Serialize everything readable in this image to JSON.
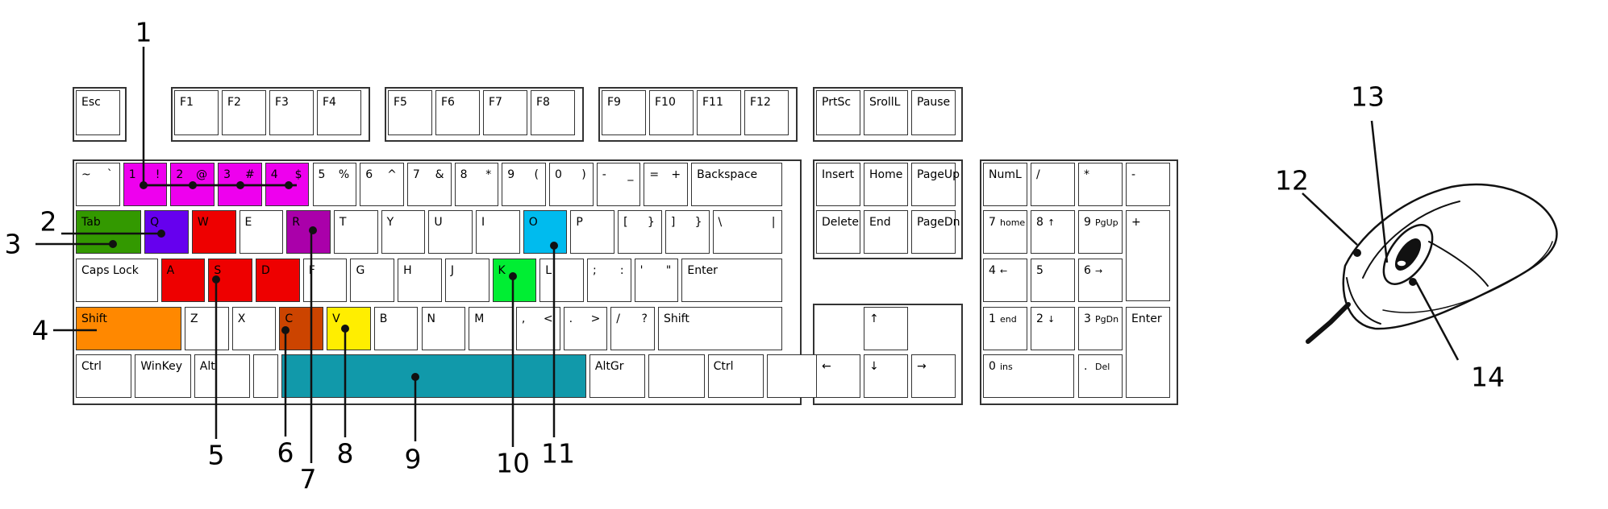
{
  "keyboard": {
    "function_row": [
      {
        "id": "esc",
        "label": "Esc"
      },
      {
        "id": "f1",
        "label": "F1"
      },
      {
        "id": "f2",
        "label": "F2"
      },
      {
        "id": "f3",
        "label": "F3"
      },
      {
        "id": "f4",
        "label": "F4"
      },
      {
        "id": "f5",
        "label": "F5"
      },
      {
        "id": "f6",
        "label": "F6"
      },
      {
        "id": "f7",
        "label": "F7"
      },
      {
        "id": "f8",
        "label": "F8"
      },
      {
        "id": "f9",
        "label": "F9"
      },
      {
        "id": "f10",
        "label": "F10"
      },
      {
        "id": "f11",
        "label": "F11"
      },
      {
        "id": "f12",
        "label": "F12"
      },
      {
        "id": "prtsc",
        "label": "PrtSc"
      },
      {
        "id": "sroll",
        "label": "SrollL"
      },
      {
        "id": "pause",
        "label": "Pause"
      }
    ],
    "main": [
      {
        "id": "tilde",
        "label": "~",
        "shift": "`"
      },
      {
        "id": "k1",
        "label": "1",
        "shift": "!",
        "color": "#ee00ee"
      },
      {
        "id": "k2",
        "label": "2",
        "shift": "@",
        "color": "#ee00ee"
      },
      {
        "id": "k3",
        "label": "3",
        "shift": "#",
        "color": "#ee00ee"
      },
      {
        "id": "k4",
        "label": "4",
        "shift": "$",
        "color": "#ee00ee"
      },
      {
        "id": "k5",
        "label": "5",
        "shift": "%"
      },
      {
        "id": "k6",
        "label": "6",
        "shift": "^"
      },
      {
        "id": "k7",
        "label": "7",
        "shift": "&"
      },
      {
        "id": "k8",
        "label": "8",
        "shift": "*"
      },
      {
        "id": "k9",
        "label": "9",
        "shift": "("
      },
      {
        "id": "k0",
        "label": "0",
        "shift": ")"
      },
      {
        "id": "minus",
        "label": "-",
        "shift": "_"
      },
      {
        "id": "equal",
        "label": "=",
        "shift": "+"
      },
      {
        "id": "backspace",
        "label": "Backspace"
      },
      {
        "id": "tab",
        "label": "Tab",
        "color": "#339900"
      },
      {
        "id": "q",
        "label": "Q",
        "color": "#6600ee"
      },
      {
        "id": "w",
        "label": "W",
        "color": "#ee0000"
      },
      {
        "id": "e",
        "label": "E"
      },
      {
        "id": "r",
        "label": "R",
        "color": "#aa00aa"
      },
      {
        "id": "t",
        "label": "T"
      },
      {
        "id": "y",
        "label": "Y"
      },
      {
        "id": "u",
        "label": "U"
      },
      {
        "id": "i",
        "label": "I"
      },
      {
        "id": "o",
        "label": "O",
        "color": "#00bbee"
      },
      {
        "id": "p",
        "label": "P"
      },
      {
        "id": "lbr",
        "label": "[",
        "shift": "}"
      },
      {
        "id": "rbr",
        "label": "]",
        "shift": "}"
      },
      {
        "id": "bslash",
        "label": "\\",
        "shift": "|"
      },
      {
        "id": "caps",
        "label": "Caps Lock"
      },
      {
        "id": "a",
        "label": "A",
        "color": "#ee0000"
      },
      {
        "id": "s",
        "label": "S",
        "color": "#ee0000"
      },
      {
        "id": "d",
        "label": "D",
        "color": "#ee0000"
      },
      {
        "id": "f",
        "label": "F"
      },
      {
        "id": "g",
        "label": "G"
      },
      {
        "id": "h",
        "label": "H"
      },
      {
        "id": "j",
        "label": "J"
      },
      {
        "id": "k",
        "label": "K",
        "color": "#00ee33"
      },
      {
        "id": "l",
        "label": "L"
      },
      {
        "id": "semi",
        "label": ";",
        "shift": ":"
      },
      {
        "id": "quote",
        "label": "'",
        "shift": "\""
      },
      {
        "id": "enter",
        "label": "Enter"
      },
      {
        "id": "lshift",
        "label": "Shift",
        "color": "#ff8800"
      },
      {
        "id": "z",
        "label": "Z"
      },
      {
        "id": "x",
        "label": "X"
      },
      {
        "id": "c",
        "label": "C",
        "color": "#cc4400"
      },
      {
        "id": "v",
        "label": "V",
        "color": "#ffee00"
      },
      {
        "id": "b",
        "label": "B"
      },
      {
        "id": "n",
        "label": "N"
      },
      {
        "id": "m",
        "label": "M"
      },
      {
        "id": "comma",
        "label": ",",
        "shift": "<"
      },
      {
        "id": "period",
        "label": ".",
        "shift": ">"
      },
      {
        "id": "slash",
        "label": "/",
        "shift": "?"
      },
      {
        "id": "rshift",
        "label": "Shift"
      },
      {
        "id": "lctrl",
        "label": "Ctrl"
      },
      {
        "id": "winkey",
        "label": "WinKey"
      },
      {
        "id": "alt",
        "label": "Alt"
      },
      {
        "id": "blank1",
        "label": ""
      },
      {
        "id": "space",
        "label": "",
        "color": "#1199aa"
      },
      {
        "id": "altgr",
        "label": "AltGr"
      },
      {
        "id": "blank2",
        "label": ""
      },
      {
        "id": "rctrl",
        "label": "Ctrl"
      },
      {
        "id": "blank3",
        "label": ""
      }
    ],
    "navigation": [
      {
        "id": "insert",
        "label": "Insert"
      },
      {
        "id": "home",
        "label": "Home"
      },
      {
        "id": "pageup",
        "label": "PageUp"
      },
      {
        "id": "delete",
        "label": "Delete"
      },
      {
        "id": "end",
        "label": "End"
      },
      {
        "id": "pagedn",
        "label": "PageDn"
      },
      {
        "id": "up",
        "label": "↑"
      },
      {
        "id": "left",
        "label": "←"
      },
      {
        "id": "down",
        "label": "↓"
      },
      {
        "id": "right",
        "label": "→"
      }
    ],
    "numpad": [
      {
        "id": "numl",
        "label": "NumL"
      },
      {
        "id": "ndiv",
        "label": "/"
      },
      {
        "id": "nmul",
        "label": "*"
      },
      {
        "id": "nsub",
        "label": "-"
      },
      {
        "id": "n7",
        "label": "7",
        "sub": "home"
      },
      {
        "id": "n8",
        "label": "8",
        "sub": "↑"
      },
      {
        "id": "n9",
        "label": "9",
        "sub": "PgUp"
      },
      {
        "id": "nadd",
        "label": "+"
      },
      {
        "id": "n4",
        "label": "4",
        "sub": "←"
      },
      {
        "id": "n5",
        "label": "5"
      },
      {
        "id": "n6",
        "label": "6",
        "sub": "→"
      },
      {
        "id": "n1",
        "label": "1",
        "sub": "end"
      },
      {
        "id": "n2",
        "label": "2",
        "sub": "↓"
      },
      {
        "id": "n3",
        "label": "3",
        "sub": "PgDn"
      },
      {
        "id": "nenter",
        "label": "Enter"
      },
      {
        "id": "n0",
        "label": "0",
        "sub": "ins"
      },
      {
        "id": "ndot",
        "label": ".",
        "sub": "Del"
      }
    ]
  },
  "callouts": [
    "1",
    "2",
    "3",
    "4",
    "5",
    "6",
    "7",
    "8",
    "9",
    "10",
    "11",
    "12",
    "13",
    "14"
  ]
}
